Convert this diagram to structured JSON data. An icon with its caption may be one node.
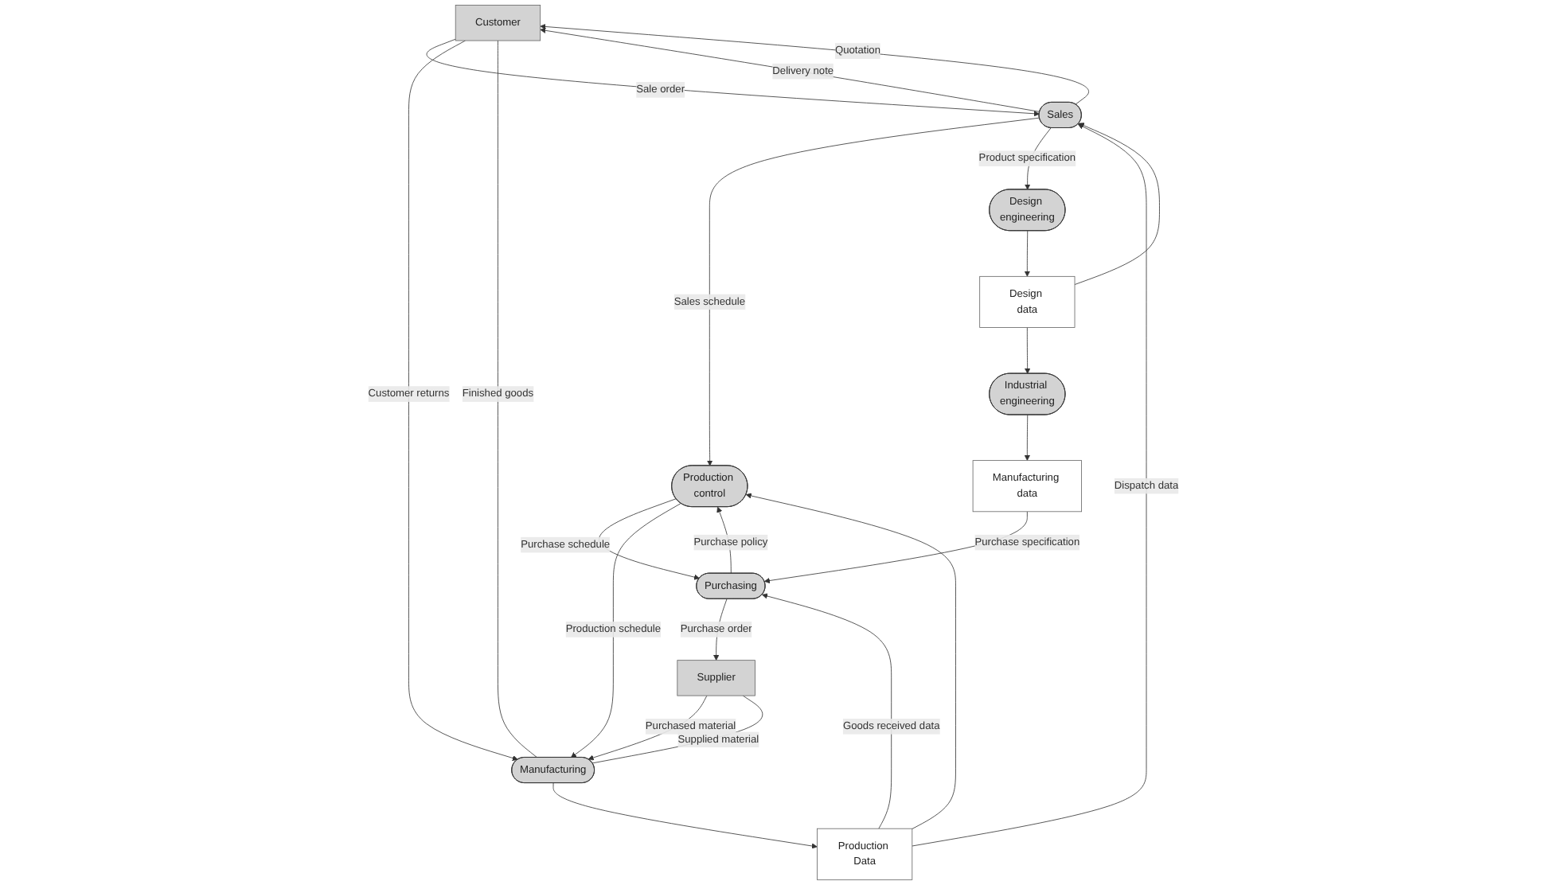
{
  "diagram": {
    "nodes": [
      {
        "text": [
          "Sales"
        ]
      },
      {
        "text": [
          "Production control"
        ]
      },
      {
        "text": [
          "Purchasing"
        ]
      },
      {
        "text": [
          "Customer"
        ]
      },
      {
        "text": [
          "Supplier"
        ]
      },
      {
        "text": [
          "Production Data"
        ]
      },
      {
        "text": [
          "Design engineering"
        ]
      },
      {
        "text": [
          "Industrial engineering"
        ]
      },
      {
        "text": [
          "Design data"
        ]
      },
      {
        "text": [
          "Manufacturing data"
        ]
      },
      {
        "text": [
          "Manufacturing"
        ]
      }
    ],
    "edges": [
      {
        "from": 0,
        "to": 3,
        "arrow": "to",
        "label": "Delivery note"
      },
      {
        "from": 3,
        "to": 0,
        "arrow": "to",
        "label": "Sale order"
      },
      {
        "from": 0,
        "to": 3,
        "arrow": "to",
        "label": "Quotation"
      },
      {
        "from": 0,
        "to": 1,
        "arrow": "to",
        "label": "Sales schedule"
      },
      {
        "from": 1,
        "to": 2,
        "arrow": "to",
        "label": "Purchase schedule"
      },
      {
        "from": 2,
        "to": 1,
        "arrow": "to",
        "label": "Purchase policy"
      },
      {
        "from": 2,
        "to": 4,
        "arrow": "to",
        "label": "Purchase order"
      },
      {
        "from": 5,
        "to": 0,
        "arrow": "to",
        "label": "Dispatch data"
      },
      {
        "from": 5,
        "to": 1,
        "arrow": "to"
      },
      {
        "from": 5,
        "to": 2,
        "arrow": "to",
        "label": "Goods received data"
      },
      {
        "from": 9,
        "to": 2,
        "arrow": "to",
        "label": "Purchase specification"
      },
      {
        "from": 0,
        "to": 6,
        "arrow": "to",
        "label": "Product specification"
      },
      {
        "from": 8,
        "to": 0,
        "arrow": "to"
      },
      {
        "from": 6,
        "to": 8,
        "arrow": "to"
      },
      {
        "from": 1,
        "to": 10,
        "arrow": "to",
        "label": "Production schedule"
      },
      {
        "from": 8,
        "to": 7,
        "arrow": "to"
      },
      {
        "from": 7,
        "to": 9,
        "arrow": "to"
      },
      {
        "from": 10,
        "to": 5,
        "arrow": "to"
      },
      {
        "from": 3,
        "to": 10,
        "arrow": "to",
        "label": "Customer returns"
      },
      {
        "from": 3,
        "to": 10,
        "arrow": "none",
        "label": "Finished goods"
      },
      {
        "from": 4,
        "to": 10,
        "arrow": "to",
        "label": "Purchased material"
      },
      {
        "from": 4,
        "to": 10,
        "arrow": "none",
        "label": "Supplied material"
      }
    ]
  }
}
